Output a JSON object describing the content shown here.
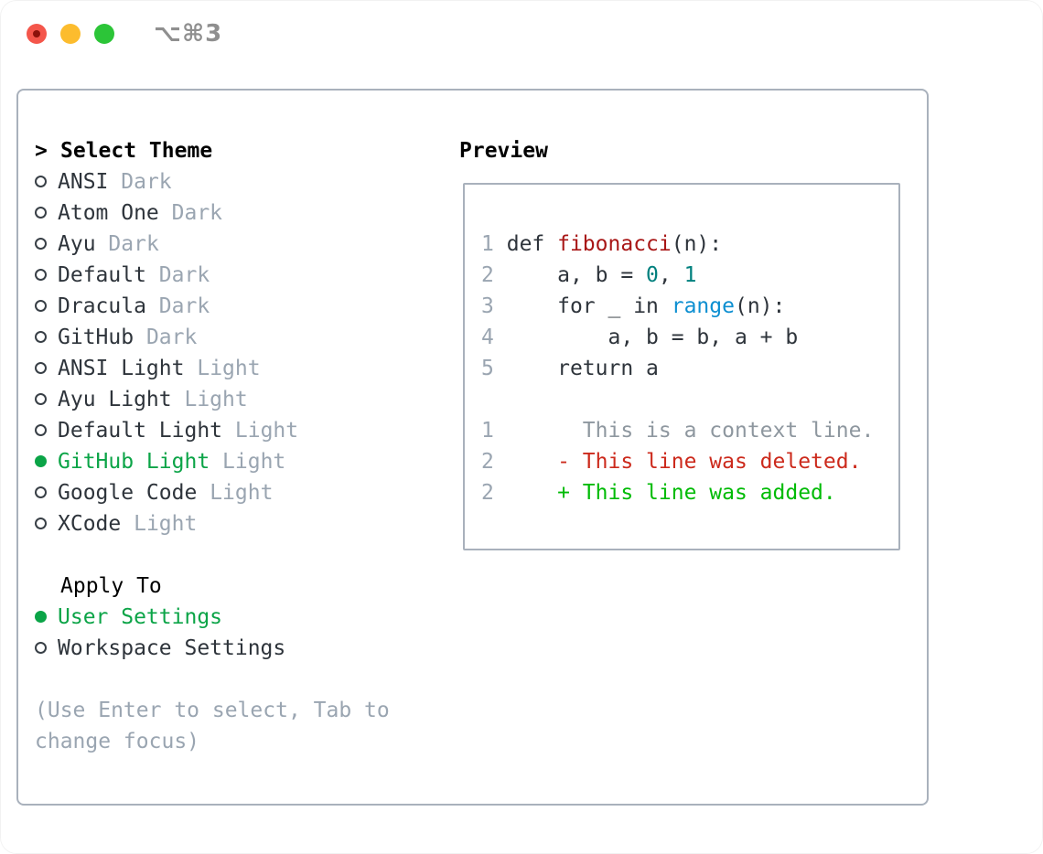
{
  "window": {
    "title": "⌥⌘3",
    "traffic_lights": {
      "close": "red",
      "minimize": "yellow",
      "zoom": "green"
    }
  },
  "theme_selector": {
    "header_prefix": ">",
    "header": "Select Theme",
    "themes": [
      {
        "name": "ANSI",
        "variant": "Dark",
        "selected": false
      },
      {
        "name": "Atom One",
        "variant": "Dark",
        "selected": false
      },
      {
        "name": "Ayu",
        "variant": "Dark",
        "selected": false
      },
      {
        "name": "Default",
        "variant": "Dark",
        "selected": false
      },
      {
        "name": "Dracula",
        "variant": "Dark",
        "selected": false
      },
      {
        "name": "GitHub",
        "variant": "Dark",
        "selected": false
      },
      {
        "name": "ANSI Light",
        "variant": "Light",
        "selected": false
      },
      {
        "name": "Ayu Light",
        "variant": "Light",
        "selected": false
      },
      {
        "name": "Default Light",
        "variant": "Light",
        "selected": false
      },
      {
        "name": "GitHub Light",
        "variant": "Light",
        "selected": true
      },
      {
        "name": "Google Code",
        "variant": "Light",
        "selected": false
      },
      {
        "name": "XCode",
        "variant": "Light",
        "selected": false
      }
    ]
  },
  "apply_to": {
    "header": "Apply To",
    "options": [
      {
        "label": "User Settings",
        "selected": true
      },
      {
        "label": "Workspace Settings",
        "selected": false
      }
    ]
  },
  "help_text": "(Use Enter to select, Tab to change focus)",
  "preview": {
    "header": "Preview",
    "code_lines": [
      {
        "num": "1",
        "tokens": [
          {
            "t": "def "
          },
          {
            "t": "fibonacci"
          },
          {
            "t": "(n):"
          }
        ]
      },
      {
        "num": "2",
        "tokens": [
          {
            "t": "    a, b = "
          },
          {
            "t": "0"
          },
          {
            "t": ", "
          },
          {
            "t": "1"
          }
        ]
      },
      {
        "num": "3",
        "tokens": [
          {
            "t": "    for _ in "
          },
          {
            "t": "range"
          },
          {
            "t": "(n):"
          }
        ]
      },
      {
        "num": "4",
        "tokens": [
          {
            "t": "        a, b = b, a + b"
          }
        ]
      },
      {
        "num": "5",
        "tokens": [
          {
            "t": "    return a"
          }
        ]
      }
    ],
    "diff_lines": [
      {
        "num": "1",
        "kind": "context",
        "text": "      This is a context line."
      },
      {
        "num": "2",
        "kind": "deleted",
        "text": "    - This line was deleted."
      },
      {
        "num": "2",
        "kind": "added",
        "text": "    + This line was added."
      }
    ]
  },
  "colors": {
    "accent_green": "#0ba447",
    "diff_added": "#00bb06",
    "diff_removed": "#cc2a1c",
    "diff_context": "#8e979f",
    "muted": "#9aa5b1",
    "fg": "#2e343b",
    "header": "#000000",
    "func_red": "#a81616",
    "number_teal": "#00807e",
    "builtin_blue": "#0d8fd1",
    "border": "#a9b1bc",
    "traffic_red": "#f4564b",
    "traffic_red_dot": "#8c120b",
    "traffic_yellow": "#fcbc2e",
    "traffic_green": "#2cc538",
    "title_gray": "#8f8f8f"
  }
}
